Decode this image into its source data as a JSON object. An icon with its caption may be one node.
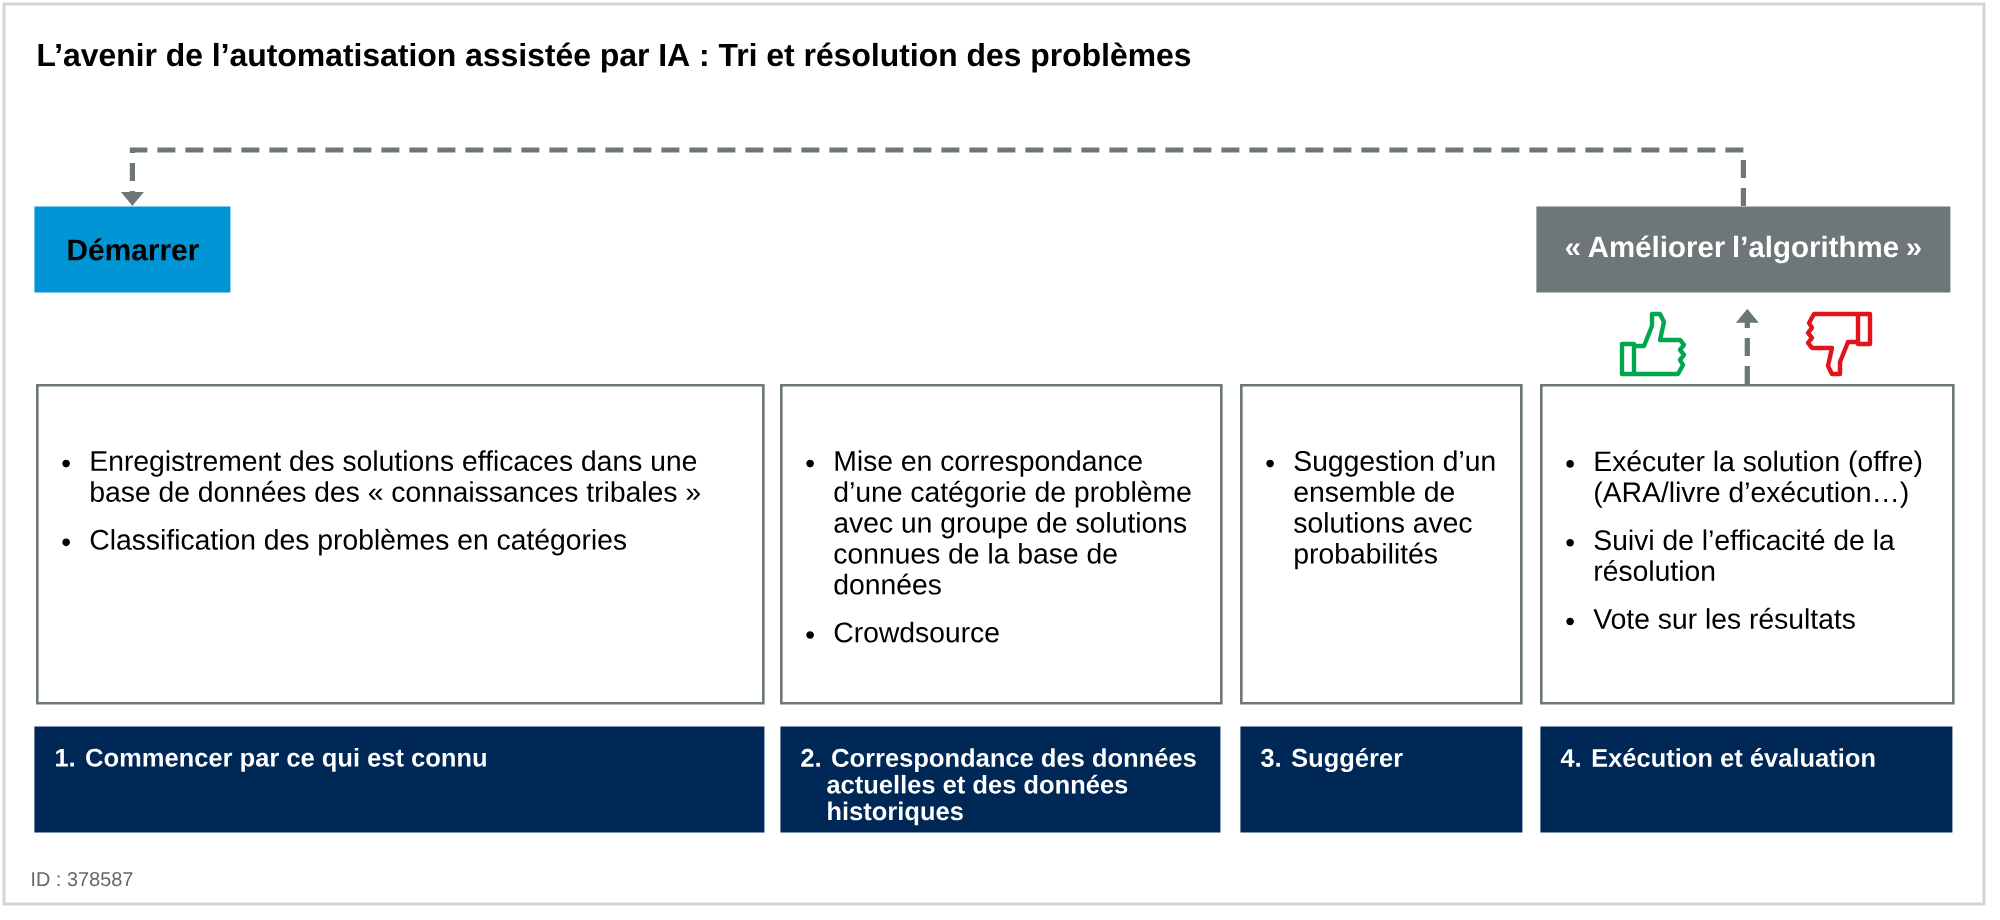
{
  "diagram": {
    "title": "L’avenir de l’automatisation assistée par IA : Tri et résolution des problèmes",
    "nodes": [
      {
        "text": [
          "Démarrer"
        ]
      },
      {
        "text": [
          "« Améliorer l’algorithme »"
        ]
      },
      {
        "text": [
          "Enregistrement des solutions efficaces dans une base de données des « connaissances tribales »",
          "Classification des problèmes en catégories"
        ]
      },
      {
        "text": [
          "Mise en correspondance d’une catégorie de problème avec un groupe de solutions connues de la base de données",
          "Crowdsource"
        ]
      },
      {
        "text": [
          "Suggestion d’un ensemble de solutions avec probabilités"
        ]
      },
      {
        "text": [
          "Exécuter la solution (offre) (ARA/livre d’exécution…)",
          "Suivi de l’efficacité de la résolution",
          "Vote sur les résultats"
        ]
      },
      {
        "text": [
          "1. Commencer par ce qui est connu"
        ]
      },
      {
        "text": [
          "2. Correspondance des données actuelles et des données historiques"
        ]
      },
      {
        "text": [
          "3. Suggérer"
        ]
      },
      {
        "text": [
          "4. Exécution et évaluation"
        ]
      }
    ],
    "edges": [
      {
        "from": 1,
        "to": 0,
        "arrow": "to",
        "style": "dashed"
      },
      {
        "from": 5,
        "to": 1,
        "arrow": "to",
        "style": "dashed"
      }
    ],
    "labels": [
      "ID : 378587"
    ]
  }
}
